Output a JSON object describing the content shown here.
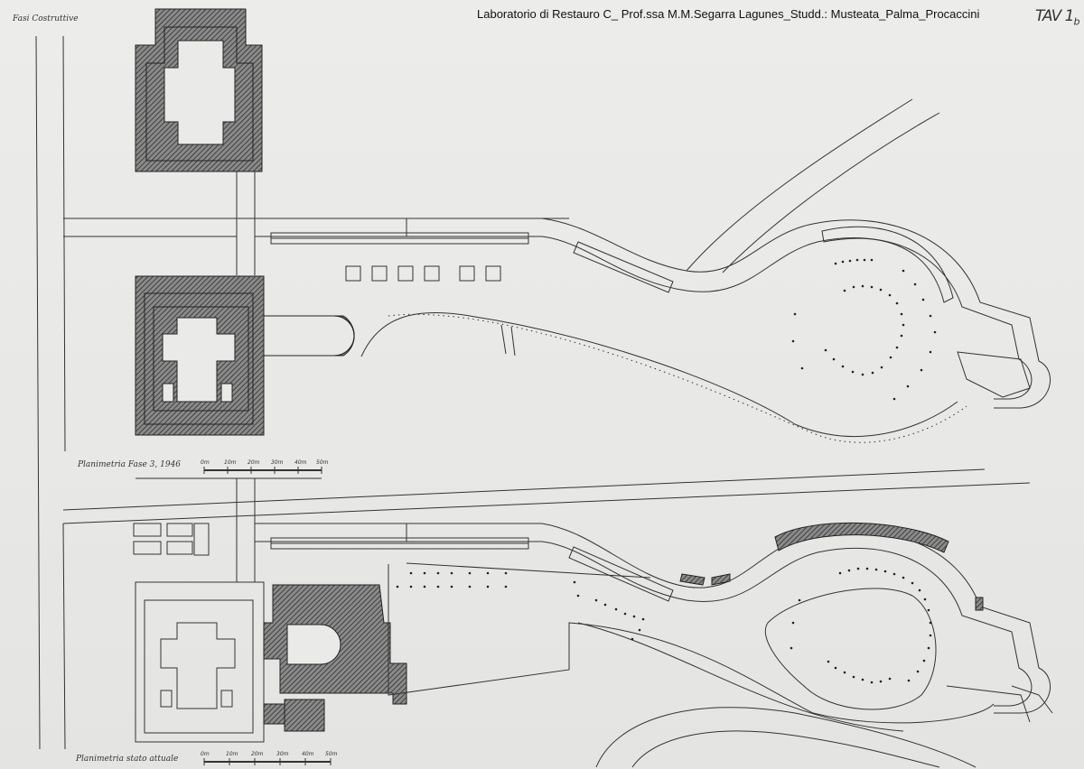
{
  "header": {
    "credits": "Laboratorio di Restauro C_ Prof.ssa M.M.Segarra Lagunes_Studd.: Musteata_Palma_Procaccini",
    "sheet_code": "TAV 1",
    "sheet_code_suffix": "b"
  },
  "sheet_title": "Fasi Costruttive",
  "plans": [
    {
      "title": "Planimetria  Fase  3,  1946"
    },
    {
      "title": "Planimetria  stato  attuale"
    }
  ],
  "scale_bar": {
    "ticks": [
      "0m",
      "10m",
      "20m",
      "30m",
      "40m",
      "50m"
    ]
  },
  "colors": {
    "paper": "#e9e9e7",
    "ink": "#2a2a2a",
    "hatch_fill": "#6b6b6b"
  }
}
